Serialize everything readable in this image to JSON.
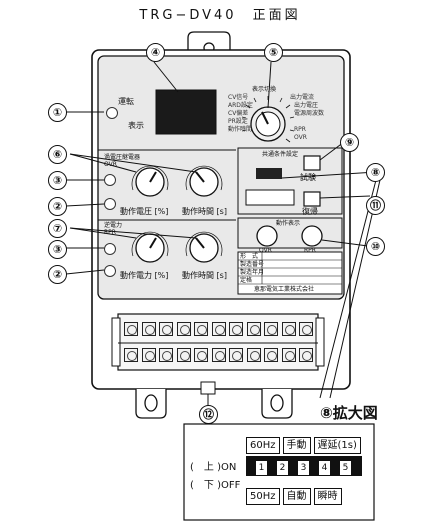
{
  "title": "TRG−DV40　正面図",
  "callouts": [
    "①",
    "②",
    "③",
    "④",
    "⑤",
    "⑥",
    "⑦",
    "⑧",
    "⑨",
    "⑩",
    "⑪",
    "⑫"
  ],
  "panel": {
    "run_label": "運転",
    "display_label": "表示",
    "display_switch_label": "表示切換",
    "display_switch_options": [
      "CV信号",
      "ARD設定",
      "CV偏差",
      "PR設定",
      "動作時間",
      "出力電流",
      "出力電圧",
      "電源周波数",
      "RPR",
      "OVR"
    ],
    "ovr_section": "過電圧継電器\nOVR",
    "ovr_setting": "動作電圧 [%]",
    "ovr_time": "動作時間 [s]",
    "rpr_section": "逆電力\nRPR",
    "rpr_setting": "動作電力 [%]",
    "rpr_time": "動作時間 [s]",
    "common_setting": "共通条件設定",
    "test_label": "試験",
    "reset_label": "復帰",
    "operation_display": "動作表示",
    "ovr_indicator": "OVR",
    "rpr_indicator": "RPR",
    "nameplate_rows": [
      "形　式",
      "製造番号",
      "製造年月",
      "定格"
    ],
    "maker": "恵那電気工業株式会社"
  },
  "zoom": {
    "title": "⑧拡大図",
    "top_labels": [
      "60Hz",
      "手動",
      "遅延(1s)"
    ],
    "bottom_labels": [
      "50Hz",
      "自動",
      "瞬時"
    ],
    "on_label": "(　上 )ON",
    "off_label": "(　下 )OFF",
    "dip_numbers": [
      "1",
      "2",
      "3",
      "4",
      "5"
    ]
  }
}
